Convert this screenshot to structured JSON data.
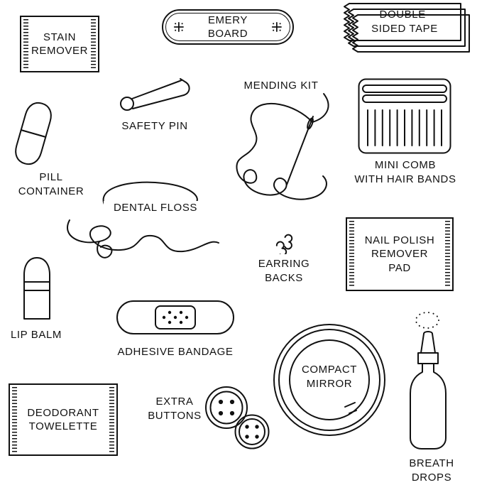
{
  "page": {
    "background": "#ffffff",
    "ink": "#111111",
    "description": "Line-art emergency kit items with labels"
  },
  "items": {
    "stain_remover": {
      "label": "STAIN\nREMOVER"
    },
    "emery_board": {
      "label": "EMERY BOARD"
    },
    "double_sided_tape": {
      "label": "DOUBLE-\nSIDED TAPE"
    },
    "safety_pin": {
      "label": "SAFETY PIN"
    },
    "pill_container": {
      "label": "PILL\nCONTAINER"
    },
    "mending_kit": {
      "label": "MENDING KIT"
    },
    "mini_comb": {
      "label": "MINI COMB\nWITH HAIR BANDS"
    },
    "dental_floss": {
      "label": "DENTAL FLOSS"
    },
    "earring_backs": {
      "label": "EARRING\nBACKS"
    },
    "nail_polish_pad": {
      "label": "NAIL POLISH\nREMOVER\nPAD"
    },
    "lip_balm": {
      "label": "LIP BALM"
    },
    "adhesive_bandage": {
      "label": "ADHESIVE BANDAGE"
    },
    "compact_mirror": {
      "label": "COMPACT\nMIRROR"
    },
    "extra_buttons": {
      "label": "EXTRA\nBUTTONS"
    },
    "deodorant_towelette": {
      "label": "DEODORANT\nTOWELETTE"
    },
    "breath_drops": {
      "label": "BREATH\nDROPS"
    }
  }
}
